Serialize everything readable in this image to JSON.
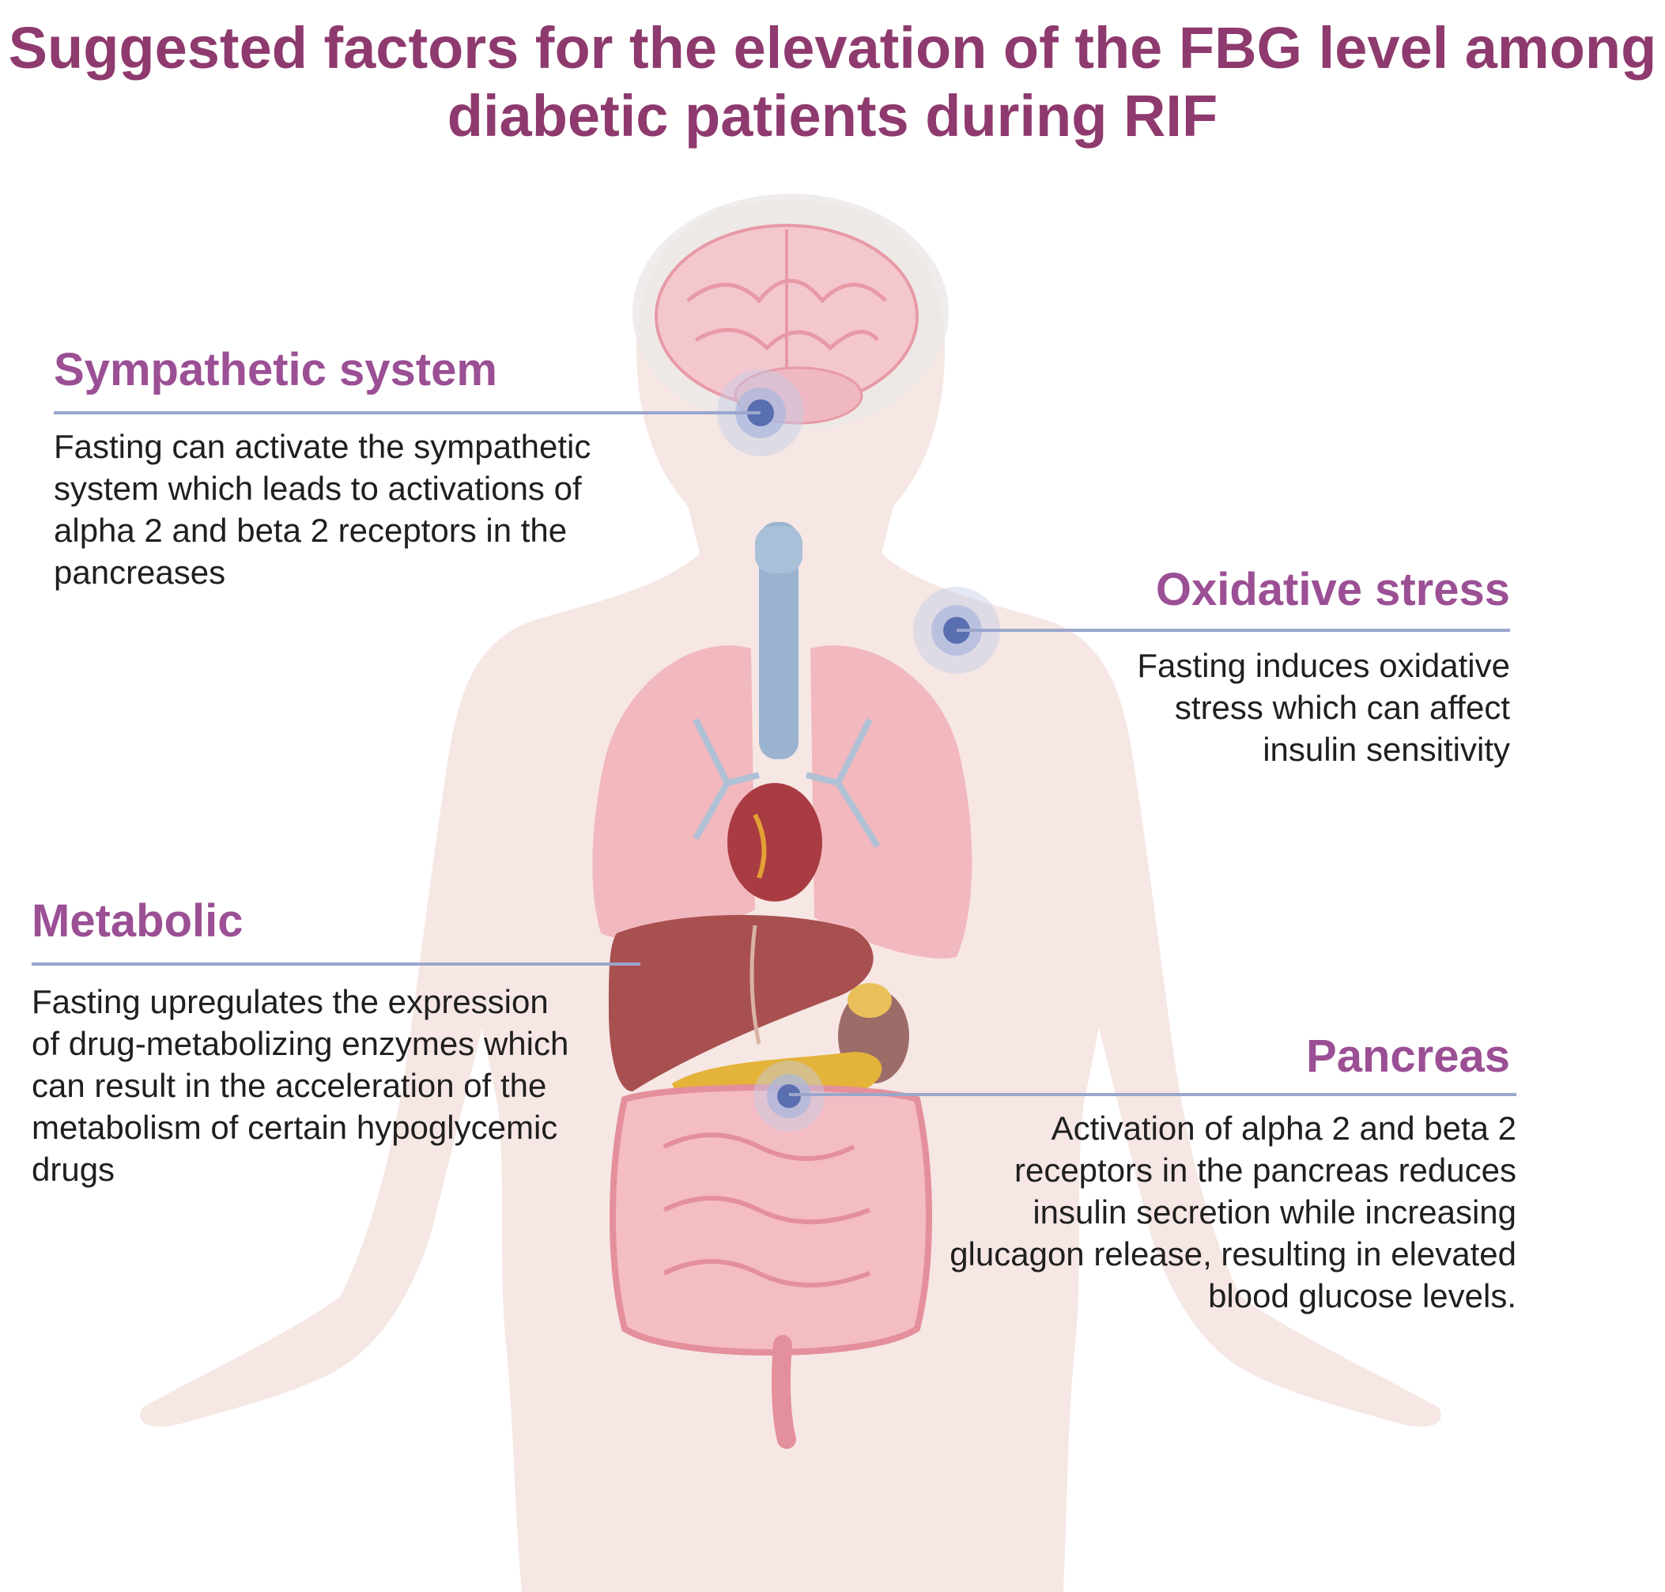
{
  "title": "Suggested factors for the elevation of the FBG level among diabetic patients during RIF",
  "colors": {
    "title": "#8e3a6e",
    "heading": "#9b4f94",
    "body_text": "#1f1f1f",
    "leader_line": "#9aa6cc",
    "marker": "#5a6fb0",
    "body_silhouette": "#f6e7e4",
    "organ_pink": "#f2b3ba",
    "airway_blue": "#9ab3d0",
    "liver": "#a8504f",
    "brain": "#f4c7cf"
  },
  "callouts": {
    "sympathetic": {
      "heading": "Sympathetic system",
      "text": "Fasting can activate the sympathetic system which leads to activations of alpha 2 and beta 2 receptors in the pancreases"
    },
    "oxidative": {
      "heading": "Oxidative stress",
      "text": "Fasting induces oxidative stress which can affect insulin sensitivity"
    },
    "metabolic": {
      "heading": "Metabolic",
      "text": "Fasting upregulates the expression of drug-metabolizing enzymes which can result in the acceleration of the metabolism of certain hypoglycemic drugs"
    },
    "pancreas": {
      "heading": "Pancreas",
      "text": "Activation of alpha 2 and beta 2 receptors in the pancreas reduces insulin secretion while increasing glucagon release, resulting in elevated blood glucose levels."
    }
  },
  "illustration": {
    "subject": "human-body-silhouette",
    "organs": [
      "brain",
      "trachea",
      "lungs",
      "heart",
      "liver",
      "stomach",
      "pancreas",
      "intestines"
    ]
  }
}
